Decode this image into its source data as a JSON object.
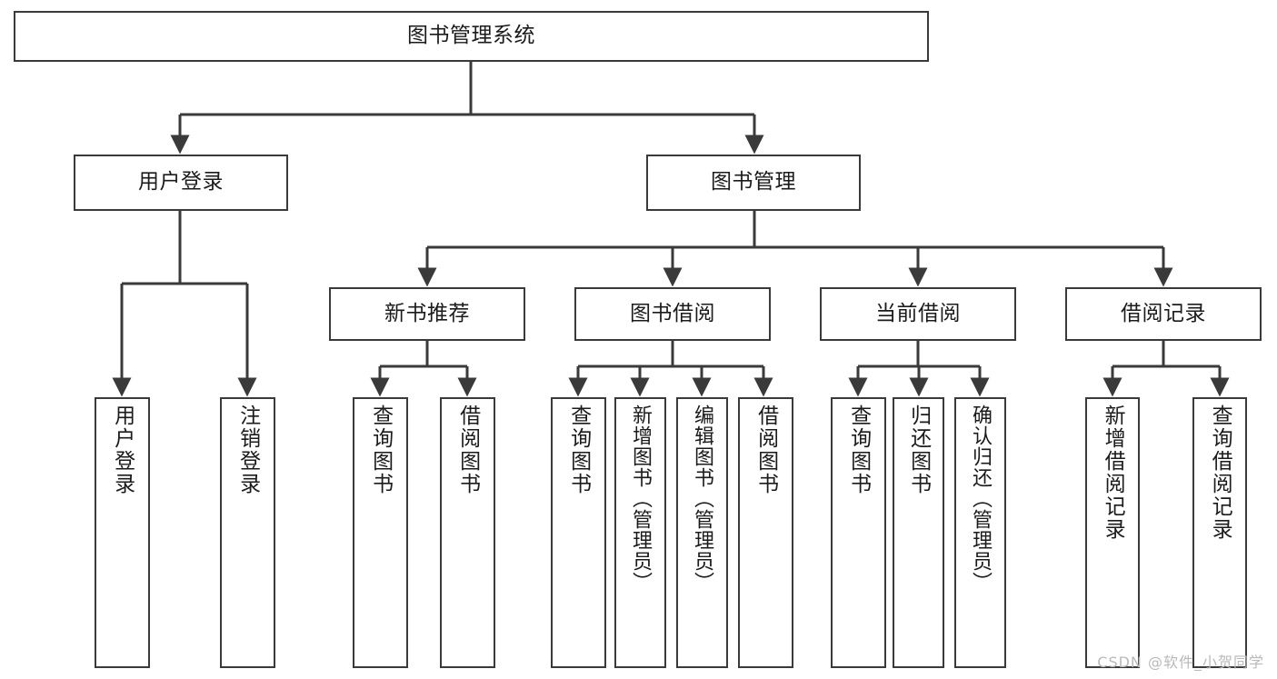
{
  "diagram": {
    "type": "tree",
    "title": "图书管理系统",
    "watermark": "CSDN @软件_小贺同学",
    "colors": {
      "box_border": "#3a3a3a",
      "box_fill": "#ffffff",
      "edge": "#3a3a3a",
      "text": "#1b1b1b",
      "watermark": "#b9b9b9"
    },
    "nodes": {
      "root": {
        "label": "图书管理系统"
      },
      "level2": [
        {
          "id": "user-login",
          "label": "用户登录"
        },
        {
          "id": "book-manage",
          "label": "图书管理"
        }
      ],
      "level3": [
        {
          "id": "new-book-recommend",
          "label": "新书推荐"
        },
        {
          "id": "book-borrow",
          "label": "图书借阅"
        },
        {
          "id": "current-borrow",
          "label": "当前借阅"
        },
        {
          "id": "borrow-record",
          "label": "借阅记录"
        }
      ],
      "leaves": {
        "user-login": [
          {
            "id": "leaf-user-login",
            "label": "用户登录"
          },
          {
            "id": "leaf-logout-login",
            "label": "注销登录"
          }
        ],
        "new-book-recommend": [
          {
            "id": "leaf-query-book-1",
            "label": "查询图书"
          },
          {
            "id": "leaf-borrow-book-1",
            "label": "借阅图书"
          }
        ],
        "book-borrow": [
          {
            "id": "leaf-query-book-2",
            "label": "查询图书"
          },
          {
            "id": "leaf-add-book",
            "label": "新增图书（管理员）"
          },
          {
            "id": "leaf-edit-book",
            "label": "编辑图书（管理员）"
          },
          {
            "id": "leaf-borrow-book-2",
            "label": "借阅图书"
          }
        ],
        "current-borrow": [
          {
            "id": "leaf-query-book-3",
            "label": "查询图书"
          },
          {
            "id": "leaf-return-book",
            "label": "归还图书"
          },
          {
            "id": "leaf-confirm-return",
            "label": "确认归还（管理员）"
          }
        ],
        "borrow-record": [
          {
            "id": "leaf-add-record",
            "label": "新增借阅记录"
          },
          {
            "id": "leaf-query-record",
            "label": "查询借阅记录"
          }
        ]
      }
    }
  }
}
